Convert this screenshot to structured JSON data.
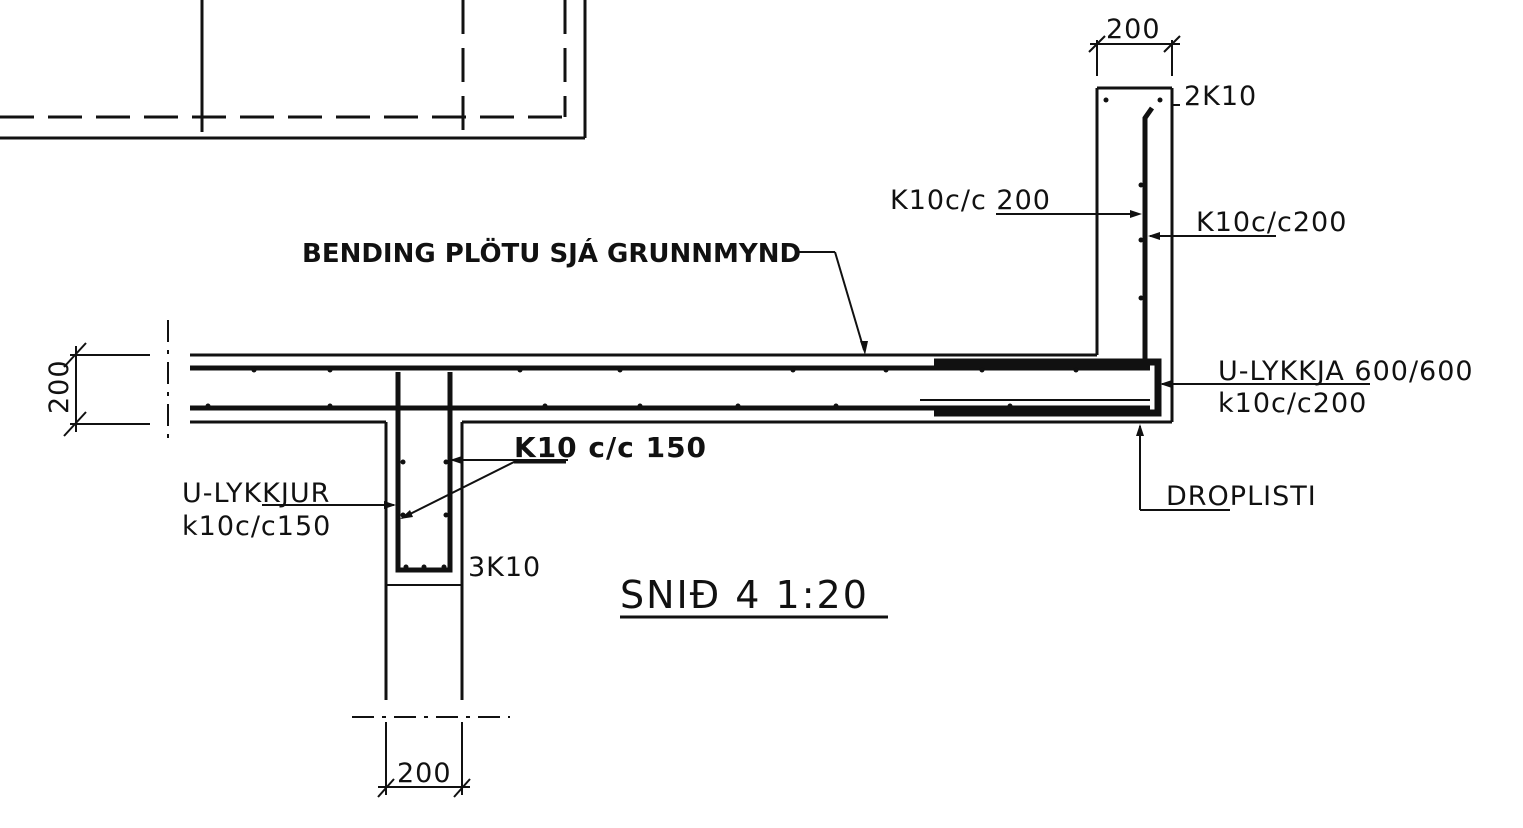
{
  "title": "SNIÐ 4 1:20",
  "labels": {
    "dim_top": "200",
    "dim_left": "200",
    "dim_bottom": "200",
    "upstand_top_bars": "2K10",
    "upstand_bars_left": "K10c/c 200",
    "upstand_bars_right": "K10c/c200",
    "slab_note": "BENDING PLÖTU SJÁ GRUNNMYND",
    "u_loop_name": "U-LYKKJA 600/600",
    "u_loop_spacing": "k10c/c200",
    "drip_strip": "DROPLISTI",
    "beam_stirrups": "K10 c/c 150",
    "beam_u_loops_name": "U-LYKKJUR",
    "beam_u_loops_spacing": "k10c/c150",
    "beam_bottom_bars": "3K10"
  },
  "colors": {
    "ink": "#111111",
    "paper": "#ffffff"
  }
}
